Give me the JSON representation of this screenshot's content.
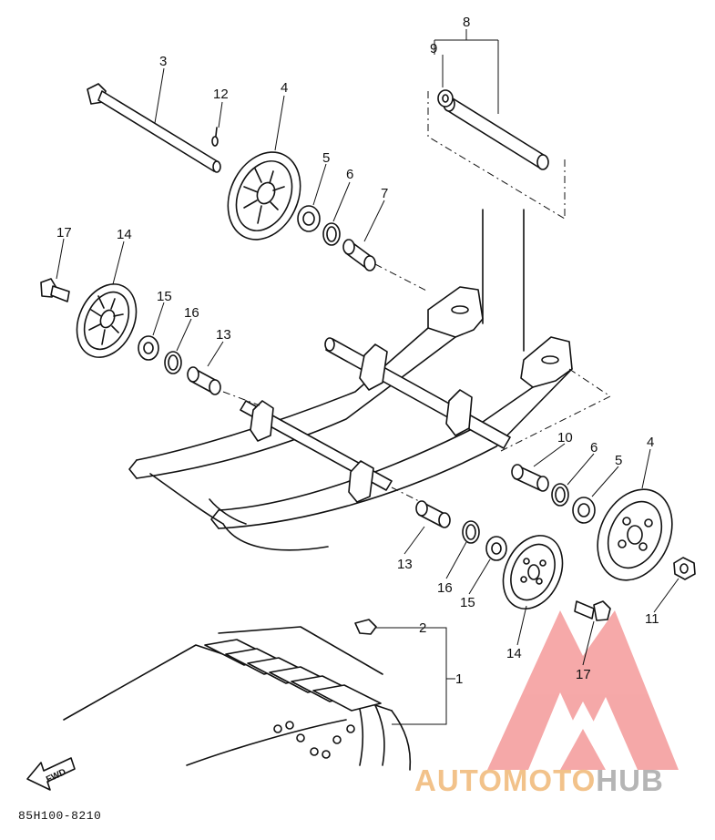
{
  "diagram": {
    "part_code": "85H100-8210",
    "direction_label": "FWD",
    "callouts": {
      "c1": "1",
      "c2": "2",
      "c3": "3",
      "c4a": "4",
      "c4b": "4",
      "c5a": "5",
      "c5b": "5",
      "c6a": "6",
      "c6b": "6",
      "c7": "7",
      "c8": "8",
      "c9": "9",
      "c10": "10",
      "c11": "11",
      "c12": "12",
      "c13a": "13",
      "c13b": "13",
      "c14a": "14",
      "c14b": "14",
      "c15a": "15",
      "c15b": "15",
      "c16a": "16",
      "c16b": "16",
      "c17a": "17",
      "c17b": "17"
    }
  },
  "watermark": {
    "brand_part1": "AUTO",
    "brand_part2": "MOTO",
    "brand_part3": "HUB",
    "colors": {
      "logo": "#f08a8a",
      "auto": "#f2c28a",
      "moto": "#f2c28a",
      "hub": "#b5b5b5"
    }
  }
}
